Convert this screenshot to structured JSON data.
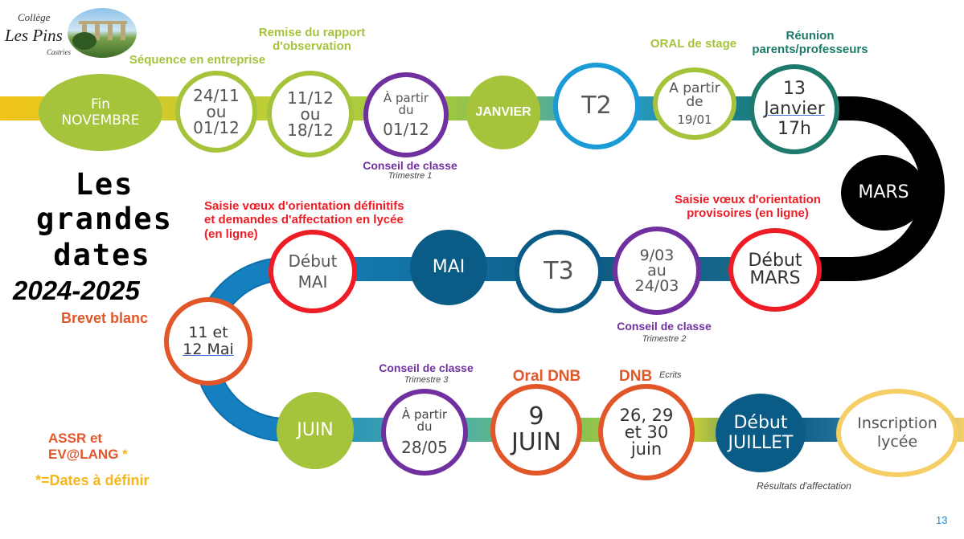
{
  "logo": {
    "line1": "Collège",
    "line2": "Les Pins",
    "line3": "Castries"
  },
  "title": {
    "line1": "Les grandes",
    "line2": "dates",
    "year": "2024-2025"
  },
  "row1": {
    "c1": {
      "l1": "Fin",
      "l2": "NOVEMBRE"
    },
    "c2": {
      "l1": "24/11",
      "l2": "ou",
      "l3": "01/12"
    },
    "c3": {
      "l1": "11/12",
      "l2": "ou",
      "l3": "18/12"
    },
    "c4": {
      "l1": "À partir",
      "l2": "du",
      "l3": "01/12"
    },
    "c5": {
      "l1": "JANVIER"
    },
    "c6": {
      "l1": "T2"
    },
    "c7": {
      "l1": "A partir",
      "l2": "de",
      "l3": "19/01"
    },
    "c8": {
      "l1": "13",
      "l2": "Janvier",
      "l3": "17h"
    }
  },
  "row1_labels": {
    "sequence": "Séquence en entreprise",
    "remise1": "Remise du rapport",
    "remise2": "d'observation",
    "conseil": "Conseil de classe",
    "trimestre": "Trimestre 1",
    "oral_stage": "ORAL de stage",
    "reunion1": "Réunion",
    "reunion2": "parents/professeurs"
  },
  "mars": {
    "l1": "MARS"
  },
  "row2": {
    "c1": {
      "l1": "Début",
      "l2": "MARS"
    },
    "c2": {
      "l1": "9/03",
      "l2": "au",
      "l3": "24/03"
    },
    "c3": {
      "l1": "T3"
    },
    "c4": {
      "l1": "MAI"
    },
    "c5": {
      "l1": "Début",
      "l2": "MAI"
    }
  },
  "row2_labels": {
    "provisoire1": "Saisie vœux d'orientation",
    "provisoire2": "provisoires (en ligne)",
    "conseil": "Conseil de classe",
    "trimestre": "Trimestre 2",
    "definitif1": "Saisie vœux d'orientation définitifs",
    "definitif2": "et demandes d'affectation en lycée",
    "definitif3": "(en ligne)"
  },
  "brevet": {
    "label": "Brevet blanc",
    "l1": "11 et",
    "l2": "12 Mai"
  },
  "row3": {
    "c1": {
      "l1": "JUIN"
    },
    "c2": {
      "l1": "À partir",
      "l2": "du",
      "l3": "28/05"
    },
    "c3": {
      "l1": "9",
      "l2": "JUIN"
    },
    "c4": {
      "l1": "26, 29",
      "l2": "et 30",
      "l3": "juin"
    },
    "c5": {
      "l1": "Début",
      "l2": "JUILLET"
    },
    "c6": {
      "l1": "Inscription",
      "l2": "lycée"
    }
  },
  "row3_labels": {
    "conseil": "Conseil de classe",
    "trimestre": "Trimestre 3",
    "oral_dnb": "Oral DNB",
    "dnb": "DNB",
    "ecrits": "Ecrits",
    "resultats": "Résultats d'affectation"
  },
  "assr": {
    "l1": "ASSR et",
    "l2": "EV@LANG",
    "star": "*",
    "note": "*=Dates à définir"
  },
  "page_number": "13",
  "colors": {
    "lime": "#a5c43c",
    "purple": "#7030a0",
    "teal_blue": "#1a84c4",
    "dark_teal": "#1e7b6b",
    "red": "#ee1c24",
    "orange": "#e2572a",
    "navy": "#0b5b87",
    "black": "#000000",
    "gold": "#f5b71a"
  }
}
